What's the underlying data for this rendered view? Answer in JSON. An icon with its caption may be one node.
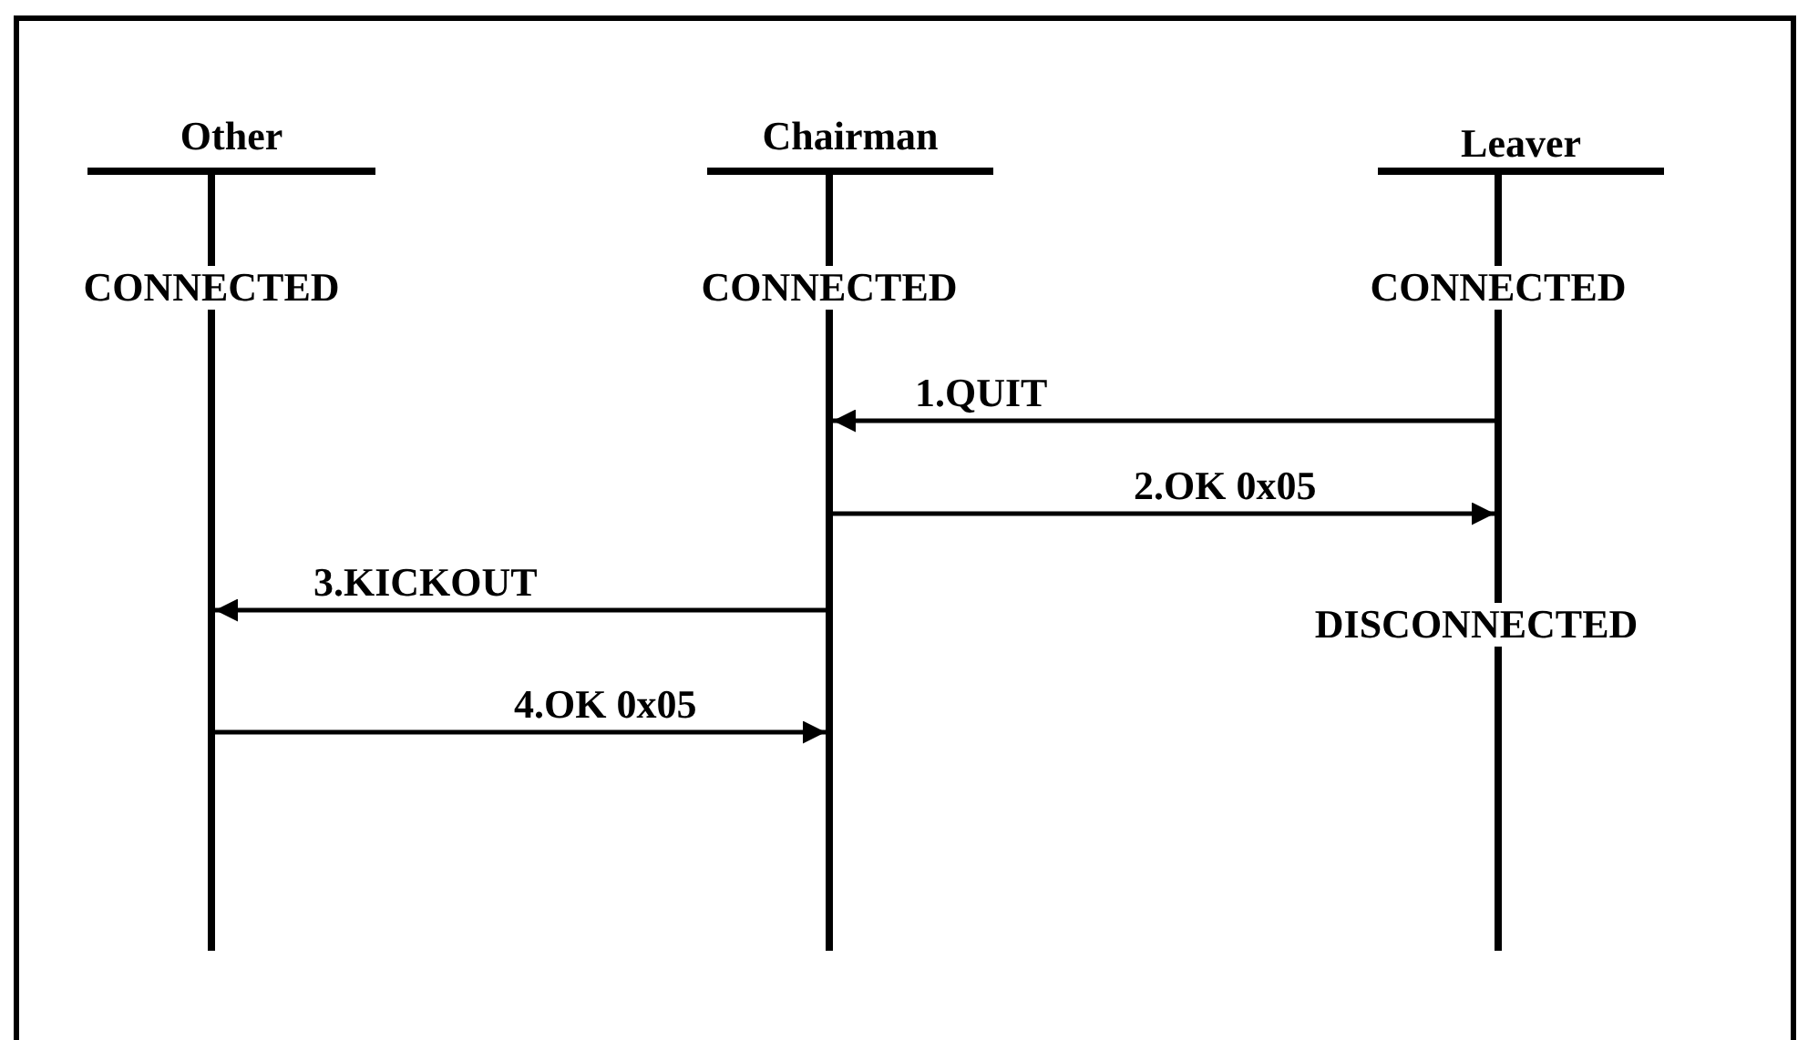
{
  "diagram": {
    "nodes": [
      {
        "text": [
          "Other"
        ]
      },
      {
        "text": [
          "Chairman"
        ]
      },
      {
        "text": [
          "Leaver"
        ]
      },
      {
        "text": [],
        "shape": "bar"
      },
      {
        "text": [],
        "shape": "bar"
      },
      {
        "text": [],
        "shape": "bar"
      }
    ],
    "edges": [
      {
        "from": 5,
        "to": 4,
        "arrow": "to",
        "label": "1.QUIT"
      },
      {
        "from": 4,
        "to": 5,
        "arrow": "to",
        "label": "2.OK 0x05"
      },
      {
        "from": 4,
        "to": 3,
        "arrow": "to",
        "label": "3.KICKOUT"
      },
      {
        "from": 3,
        "to": 4,
        "arrow": "to",
        "label": "4.OK 0x05"
      }
    ],
    "labels": [
      "CONNECTED",
      "CONNECTED",
      "CONNECTED",
      "DISCONNECTED"
    ]
  }
}
